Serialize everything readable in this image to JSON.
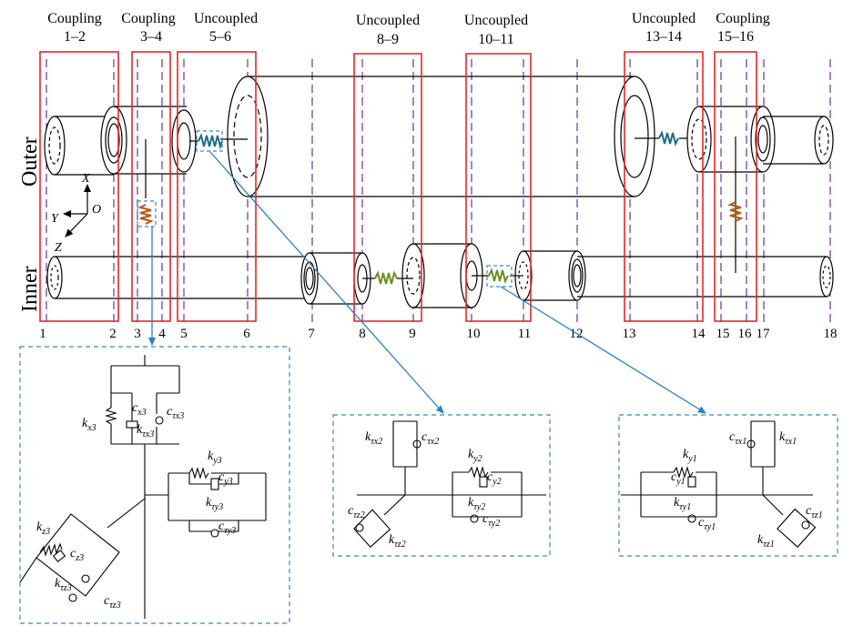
{
  "sections": [
    {
      "label": "Coupling",
      "range": "1–2"
    },
    {
      "label": "Coupling",
      "range": "3–4"
    },
    {
      "label": "Uncoupled",
      "range": "5–6"
    },
    {
      "label": "Uncoupled",
      "range": "8–9"
    },
    {
      "label": "Uncoupled",
      "range": "10–11"
    },
    {
      "label": "Uncoupled",
      "range": "13–14"
    },
    {
      "label": "Coupling",
      "range": "15–16"
    }
  ],
  "rotor_labels": {
    "outer": "Outer",
    "inner": "Inner"
  },
  "axes": {
    "x": "X",
    "y": "Y",
    "z": "Z",
    "origin": "O"
  },
  "node_numbers": [
    "1",
    "2",
    "3",
    "4",
    "5",
    "6",
    "7",
    "8",
    "9",
    "10",
    "11",
    "12",
    "13",
    "14",
    "15",
    "16",
    "17",
    "18"
  ],
  "detail_coupling_3_4": {
    "kx": {
      "base": "k",
      "sub": "x3"
    },
    "cx": {
      "base": "c",
      "sub": "x3"
    },
    "ktx": {
      "base": "k",
      "sub": "τx3"
    },
    "ctx": {
      "base": "c",
      "sub": "τx3"
    },
    "ky": {
      "base": "k",
      "sub": "y3"
    },
    "cy": {
      "base": "c",
      "sub": "y3"
    },
    "kty": {
      "base": "k",
      "sub": "τy3"
    },
    "cty": {
      "base": "c",
      "sub": "τy3"
    },
    "kz": {
      "base": "k",
      "sub": "z3"
    },
    "cz": {
      "base": "c",
      "sub": "z3"
    },
    "ktz": {
      "base": "k",
      "sub": "τz3"
    },
    "ctz": {
      "base": "c",
      "sub": "τz3"
    }
  },
  "detail_bearing_2": {
    "ktx": {
      "base": "k",
      "sub": "τx2"
    },
    "ctx": {
      "base": "c",
      "sub": "τx2"
    },
    "ky": {
      "base": "k",
      "sub": "y2"
    },
    "cy": {
      "base": "c",
      "sub": "y2"
    },
    "kty": {
      "base": "k",
      "sub": "τy2"
    },
    "cty": {
      "base": "c",
      "sub": "τy2"
    },
    "ctz": {
      "base": "c",
      "sub": "τz2"
    },
    "ktz": {
      "base": "k",
      "sub": "τz2"
    }
  },
  "detail_bearing_1": {
    "ky": {
      "base": "k",
      "sub": "y1"
    },
    "cy": {
      "base": "c",
      "sub": "y1"
    },
    "ctx": {
      "base": "c",
      "sub": "τx1"
    },
    "ktx": {
      "base": "k",
      "sub": "τx1"
    },
    "kty": {
      "base": "k",
      "sub": "τy1"
    },
    "cty": {
      "base": "c",
      "sub": "τy1"
    },
    "ctz": {
      "base": "c",
      "sub": "τz1"
    },
    "ktz": {
      "base": "k",
      "sub": "τz1"
    }
  },
  "colors": {
    "section_box": "#e8262b",
    "node_dash": "#7a3ea8",
    "detail_border": "#3a87c8",
    "arrow": "#2b7fc9",
    "spring_outer": "#1c6d8c",
    "spring_inner": "#6b8e23",
    "spring_coupling": "#b45a1a"
  }
}
